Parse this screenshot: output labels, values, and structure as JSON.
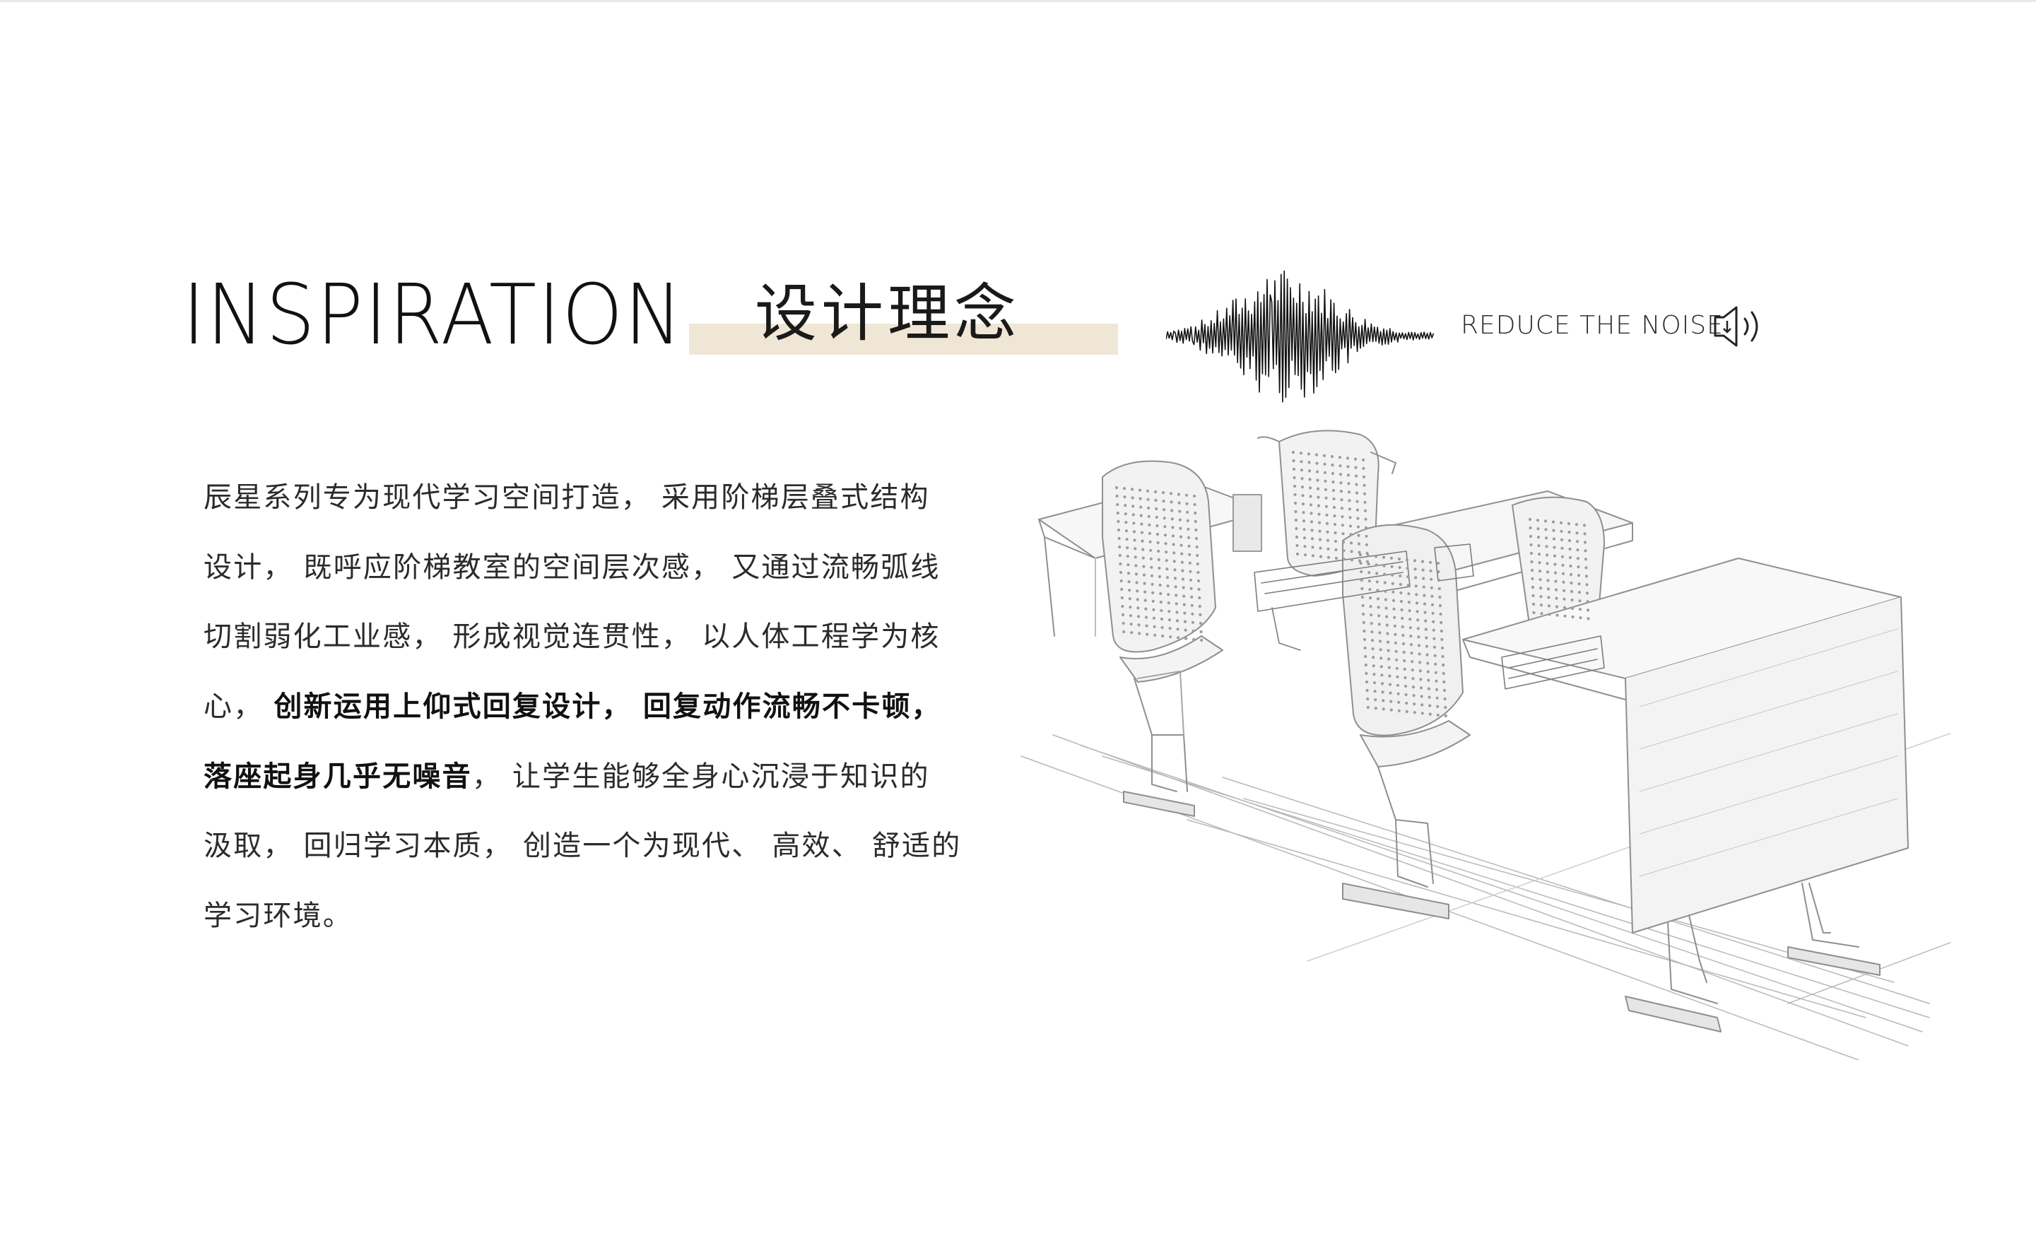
{
  "header": {
    "title_en": "INSPIRATION",
    "title_cn": "设计理念"
  },
  "noise": {
    "label": "REDUCE THE NOISE",
    "icon": "speaker-volume-icon"
  },
  "body": {
    "lines": [
      [
        {
          "text": "辰星系列专为现代学习空间打造， 采用阶梯层叠式结构",
          "bold": false
        }
      ],
      [
        {
          "text": "设计， 既呼应阶梯教室的空间层次感， 又通过流畅弧线",
          "bold": false
        }
      ],
      [
        {
          "text": "切割弱化工业感， 形成视觉连贯性， 以人体工程学为核",
          "bold": false
        }
      ],
      [
        {
          "text": "心， ",
          "bold": false
        },
        {
          "text": "创新运用上仰式回复设计， 回复动作流畅不卡顿，",
          "bold": true
        }
      ],
      [
        {
          "text": "落座起身几乎无噪音",
          "bold": true
        },
        {
          "text": "， 让学生能够全身心沉浸于知识的",
          "bold": false
        }
      ],
      [
        {
          "text": "汲取， 回归学习本质， 创造一个为现代、 高效、 舒适的",
          "bold": false
        }
      ],
      [
        {
          "text": "学习环境。",
          "bold": false
        }
      ]
    ]
  },
  "colors": {
    "highlight": "#efe6d6",
    "text": "#2b2b2b",
    "sketch": "#9a9a9a"
  }
}
